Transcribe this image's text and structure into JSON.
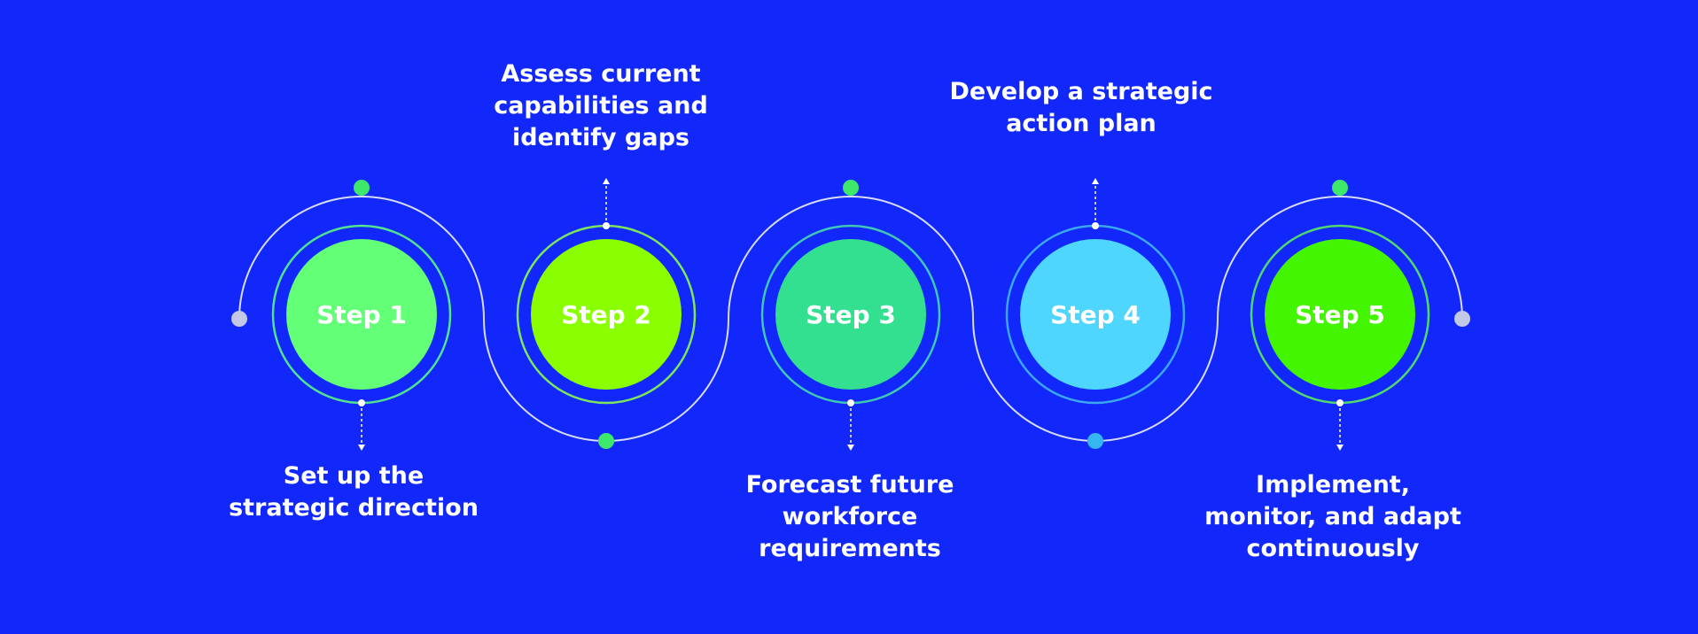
{
  "colors": {
    "background": "#1228fb",
    "path": "#d7dcf6",
    "endpoint": "#c2c8e6",
    "text": "#ffffff"
  },
  "steps": [
    {
      "label": "Step 1",
      "fill": "#63ff76",
      "ring": "#52e38e",
      "marker": "#3de86a",
      "description": "Set up the\nstrategic direction"
    },
    {
      "label": "Step 2",
      "fill": "#89ff00",
      "ring": "#7ee65a",
      "marker": "#3de86a",
      "description": "Assess current\ncapabilities and\nidentify gaps"
    },
    {
      "label": "Step 3",
      "fill": "#32e08f",
      "ring": "#3fc9b4",
      "marker": "#3de86a",
      "description": "Forecast future\nworkforce\nrequirements"
    },
    {
      "label": "Step 4",
      "fill": "#4ed6ff",
      "ring": "#3ba8ee",
      "marker": "#35b6f0",
      "description": "Develop a strategic\naction plan"
    },
    {
      "label": "Step 5",
      "fill": "#44f500",
      "ring": "#52d96e",
      "marker": "#3de86a",
      "description": "Implement,\nmonitor, and adapt\ncontinuously"
    }
  ]
}
